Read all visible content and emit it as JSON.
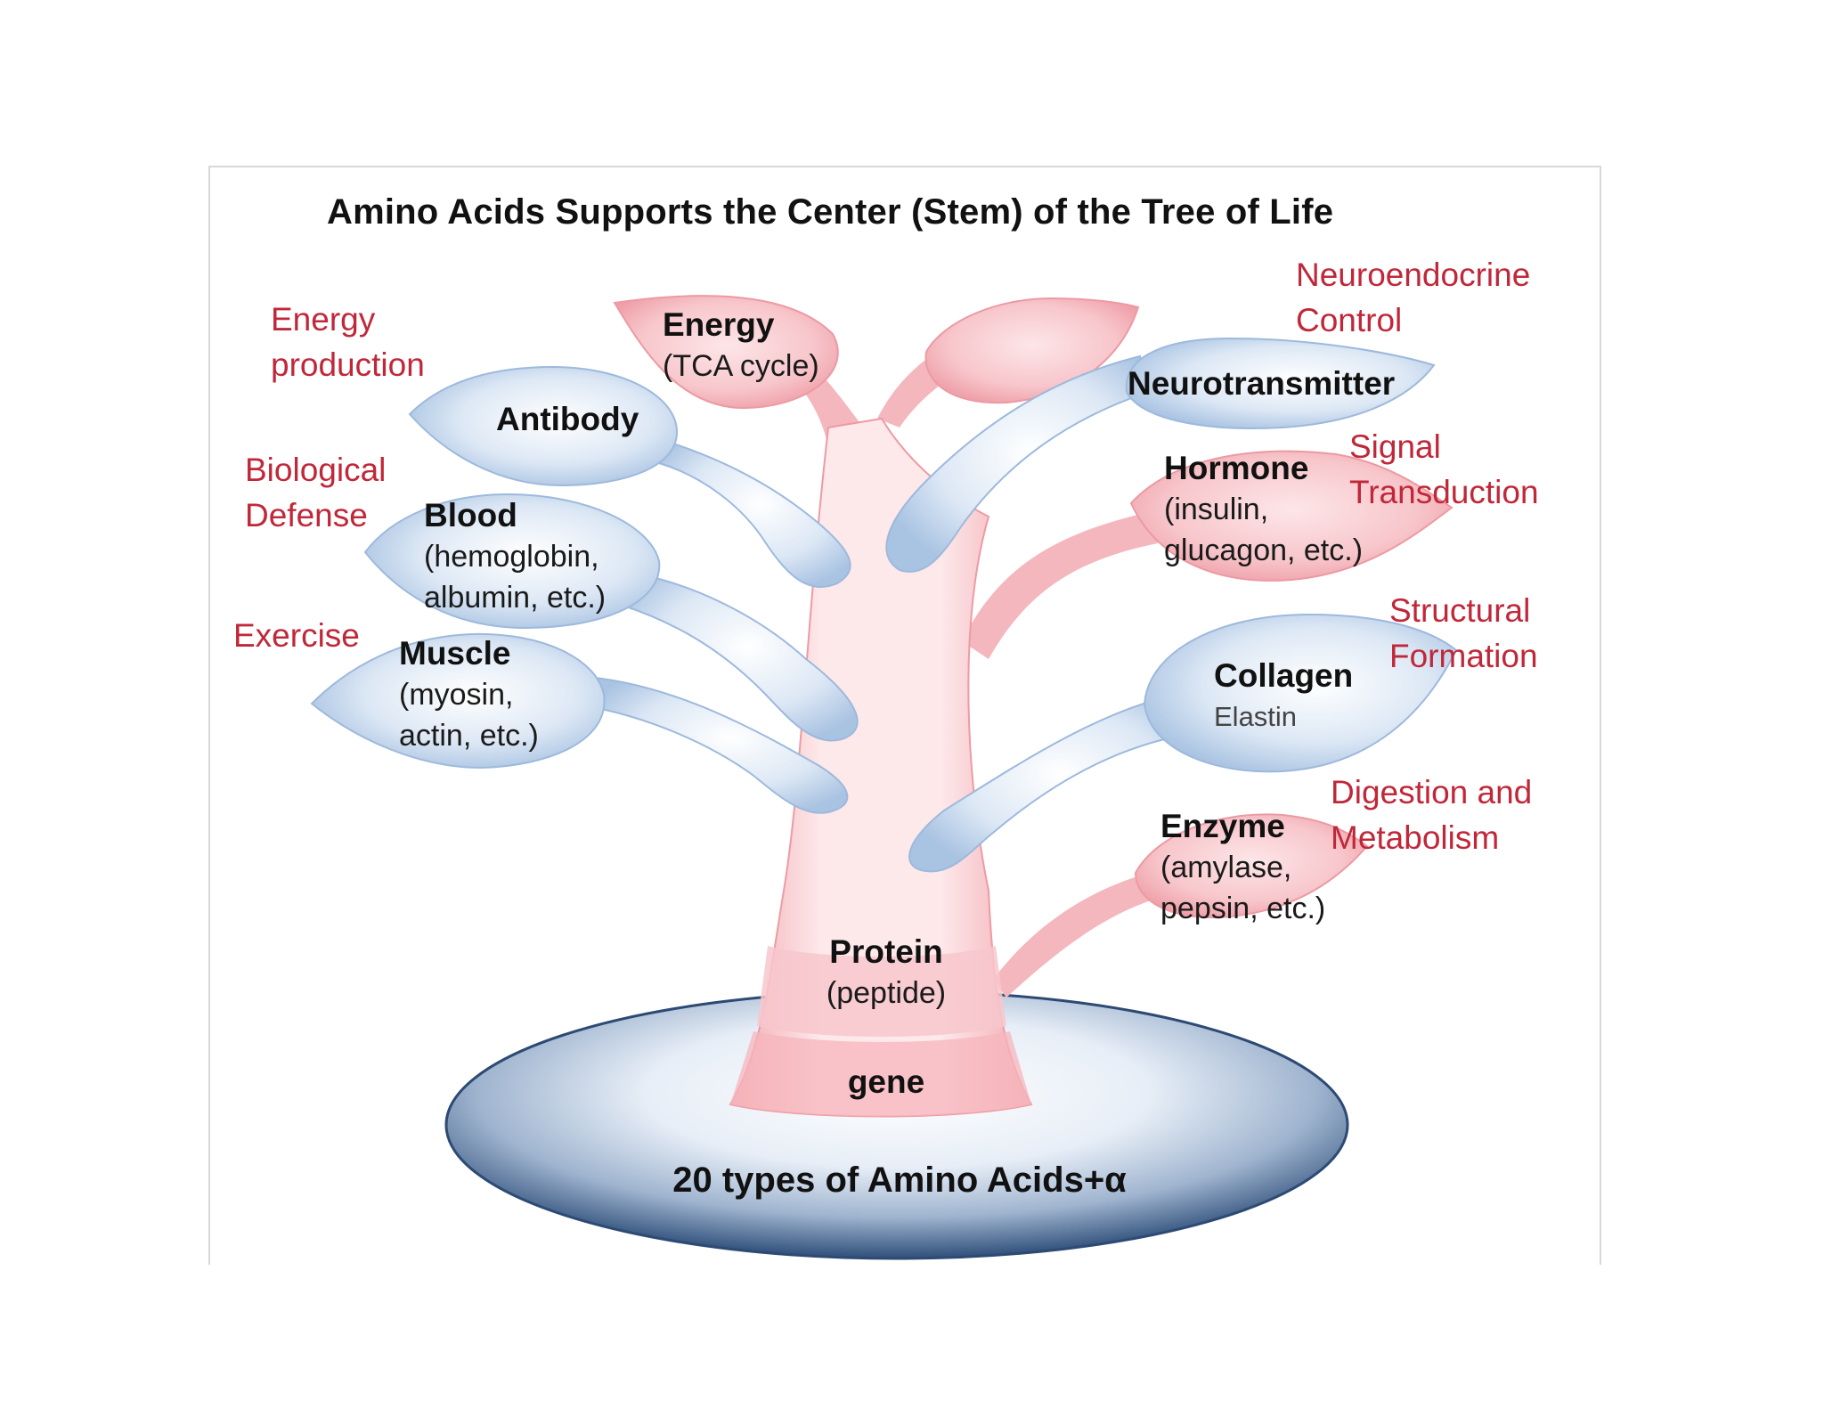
{
  "title": "Amino Acids Supports the Center (Stem) of the Tree of Life",
  "base": "20 types of Amino Acids+α",
  "trunk": {
    "gene": "gene",
    "protein": "Protein",
    "protein_sub": "(peptide)"
  },
  "leaves": {
    "energy": {
      "label": "Energy",
      "sub": "(TCA cycle)"
    },
    "antibody": {
      "label": "Antibody"
    },
    "blood": {
      "label": "Blood",
      "sub1": "(hemoglobin,",
      "sub2": "albumin, etc.)"
    },
    "muscle": {
      "label": "Muscle",
      "sub1": "(myosin,",
      "sub2": "actin, etc.)"
    },
    "neuro": {
      "label": "Neurotransmitter"
    },
    "hormone": {
      "label": "Hormone",
      "sub1": "(insulin,",
      "sub2": "glucagon, etc.)"
    },
    "collagen": {
      "label": "Collagen",
      "sub": "Elastin"
    },
    "enzyme": {
      "label": "Enzyme",
      "sub1": "(amylase,",
      "sub2": "pepsin, etc.)"
    }
  },
  "functions": {
    "energy_production": [
      "Energy",
      "production"
    ],
    "biological_defense": [
      "Biological",
      "Defense"
    ],
    "exercise": [
      "Exercise"
    ],
    "neuroendocrine": [
      "Neuroendocrine",
      "Control"
    ],
    "signal": [
      "Signal",
      "Transduction"
    ],
    "structural": [
      "Structural",
      "Formation"
    ],
    "digestion": [
      "Digestion and",
      "Metabolism"
    ]
  },
  "colors": {
    "title_text": "#111111",
    "function_text": "#c0283a",
    "stem_pink": "#f6c3c7",
    "leaf_blue": "#cfe0f2",
    "base_navy": "#3b5a85"
  }
}
